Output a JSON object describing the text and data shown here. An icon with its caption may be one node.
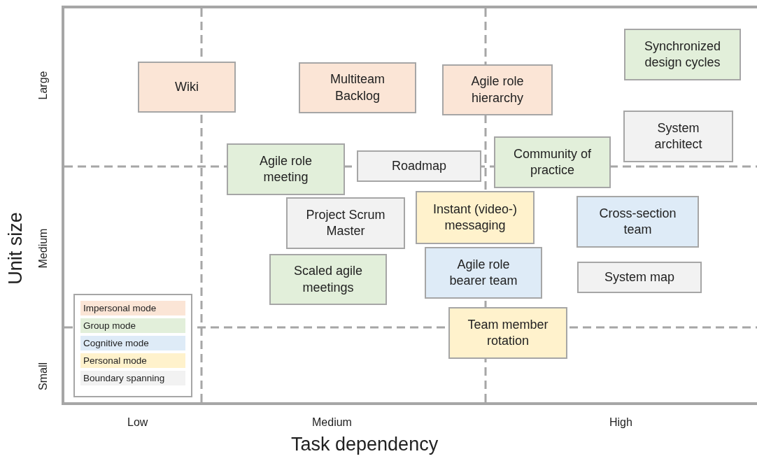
{
  "diagram": {
    "nodes": [
      {
        "text": [
          "Wiki"
        ]
      },
      {
        "text": [
          "Multiteam Backlog"
        ]
      },
      {
        "text": [
          "Agile role hierarchy"
        ]
      },
      {
        "text": [
          "Synchronized design cycles"
        ]
      },
      {
        "text": [
          "System architect"
        ]
      },
      {
        "text": [
          "Agile role meeting"
        ]
      },
      {
        "text": [
          "Roadmap"
        ]
      },
      {
        "text": [
          "Community of practice"
        ]
      },
      {
        "text": [
          "Project Scrum Master"
        ]
      },
      {
        "text": [
          "Instant (video-) messaging"
        ]
      },
      {
        "text": [
          "Cross-section team"
        ]
      },
      {
        "text": [
          "Scaled agile meetings"
        ]
      },
      {
        "text": [
          "Agile role bearer team"
        ]
      },
      {
        "text": [
          "System map"
        ]
      },
      {
        "text": [
          "Team member rotation"
        ]
      }
    ],
    "labels": [
      "Unit size",
      "Large",
      "Medium",
      "Small",
      "Low",
      "Medium",
      "High",
      "Task dependency"
    ],
    "legend": [
      {
        "text": "Impersonal mode",
        "color": "#fbe5d6"
      },
      {
        "text": "Group mode",
        "color": "#e2efda"
      },
      {
        "text": "Cognitive mode",
        "color": "#deebf7"
      },
      {
        "text": "Personal mode",
        "color": "#fff2cc"
      },
      {
        "text": "Boundary spanning",
        "color": "#f2f2f2"
      }
    ]
  }
}
